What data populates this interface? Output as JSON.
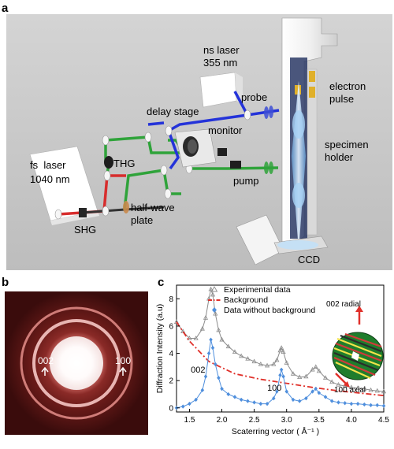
{
  "panel_a": {
    "letter": "a",
    "labels": {
      "ns_laser": [
        "ns laser",
        "355 nm"
      ],
      "electron_pulse": [
        "electron",
        "pulse"
      ],
      "probe": "probe",
      "delay_stage": "delay stage",
      "monitor": "monitor",
      "fs_laser": [
        "fs  laser",
        "1040 nm"
      ],
      "thg": "THG",
      "specimen_holder": [
        "specimen",
        "holder"
      ],
      "pump": "pump",
      "shg": "SHG",
      "half_wave_plate": [
        "half-wave",
        "plate"
      ],
      "ccd": "CCD"
    },
    "colors": {
      "background": "#c9c9c9",
      "probe_beam": "#2433d9",
      "pump_beam": "#2fa33a",
      "fs_beam": "#d72d2d",
      "electron_beam": "#8fc6ef"
    }
  },
  "panel_b": {
    "letter": "b",
    "ring_labels": {
      "left": "002",
      "right": "100"
    },
    "colors": {
      "background": "#3a0c0c",
      "ring": "#f3b1ad"
    }
  },
  "panel_c": {
    "letter": "c",
    "chart_data": {
      "type": "line",
      "xlabel": "Scaterring vector (",
      "xlabel_unit": "Å⁻¹",
      "xlabel_close": ")",
      "ylabel": "Diffraction Intensity (a.u)",
      "xlim": [
        1.3,
        4.5
      ],
      "ylim": [
        -0.3,
        9
      ],
      "xticks": [
        "1.5",
        "2.0",
        "2.5",
        "3.0",
        "3.5",
        "4.0",
        "4.5"
      ],
      "yticks": [
        "0",
        "2",
        "4",
        "6",
        "8"
      ],
      "series": [
        {
          "name": "Experimental data",
          "color": "#8c8c8c",
          "marker": "triangle",
          "x": [
            1.3,
            1.4,
            1.5,
            1.6,
            1.7,
            1.75,
            1.8,
            1.83,
            1.86,
            1.9,
            1.95,
            2.0,
            2.1,
            2.2,
            2.3,
            2.4,
            2.5,
            2.6,
            2.7,
            2.8,
            2.85,
            2.9,
            2.92,
            2.95,
            3.0,
            3.1,
            3.2,
            3.3,
            3.4,
            3.45,
            3.5,
            3.6,
            3.7,
            3.8,
            3.9,
            4.0,
            4.1,
            4.2,
            4.3,
            4.4,
            4.5
          ],
          "y": [
            6.3,
            5.6,
            5.1,
            5.1,
            5.8,
            6.6,
            8.0,
            8.7,
            8.3,
            6.9,
            5.7,
            5.0,
            4.5,
            4.1,
            3.8,
            3.6,
            3.4,
            3.2,
            3.1,
            3.2,
            3.5,
            4.2,
            4.4,
            4.1,
            3.3,
            2.5,
            2.25,
            2.3,
            2.8,
            3.0,
            2.7,
            2.2,
            1.9,
            1.7,
            1.6,
            1.5,
            1.45,
            1.4,
            1.3,
            1.25,
            1.2
          ]
        },
        {
          "name": "Background",
          "color": "#e0302a",
          "marker": "dashdot",
          "x": [
            1.3,
            1.5,
            1.8,
            2.2,
            2.6,
            3.0,
            3.4,
            3.8,
            4.2,
            4.5
          ],
          "y": [
            6.3,
            4.9,
            3.4,
            2.5,
            2.1,
            1.8,
            1.5,
            1.25,
            1.05,
            0.9
          ]
        },
        {
          "name": "Data without background",
          "color": "#4f8fdd",
          "marker": "diamond",
          "x": [
            1.3,
            1.4,
            1.5,
            1.6,
            1.7,
            1.75,
            1.8,
            1.83,
            1.86,
            1.9,
            1.95,
            2.0,
            2.1,
            2.2,
            2.3,
            2.4,
            2.5,
            2.6,
            2.7,
            2.8,
            2.85,
            2.9,
            2.92,
            2.95,
            3.0,
            3.1,
            3.2,
            3.3,
            3.4,
            3.45,
            3.5,
            3.6,
            3.7,
            3.8,
            3.9,
            4.0,
            4.1,
            4.2,
            4.3,
            4.4,
            4.5
          ],
          "y": [
            0.0,
            0.1,
            0.3,
            0.6,
            1.3,
            2.3,
            4.0,
            5.0,
            4.4,
            3.2,
            2.2,
            1.4,
            1.0,
            0.8,
            0.6,
            0.5,
            0.4,
            0.3,
            0.3,
            0.7,
            1.2,
            2.4,
            2.8,
            2.3,
            1.2,
            0.6,
            0.5,
            0.7,
            1.2,
            1.4,
            1.1,
            0.8,
            0.5,
            0.4,
            0.35,
            0.3,
            0.3,
            0.25,
            0.2,
            0.2,
            0.15
          ]
        }
      ],
      "annotations": [
        {
          "text": "002",
          "x": 1.52,
          "y": 2.6
        },
        {
          "text": "100",
          "x": 2.7,
          "y": 1.25
        }
      ]
    },
    "inset_labels": {
      "radial": "002 radial",
      "axial": "100 axial"
    }
  }
}
